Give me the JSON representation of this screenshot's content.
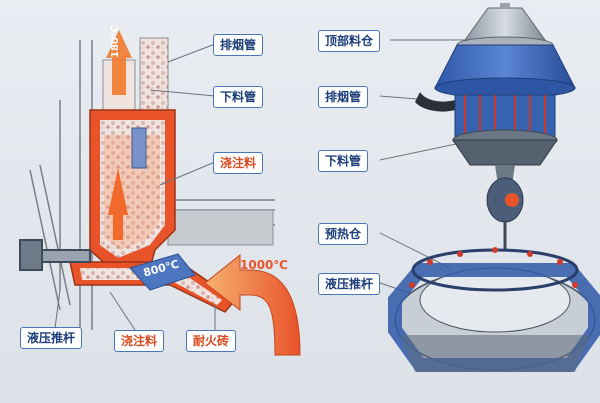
{
  "labels": {
    "paiyan_left": "排烟管",
    "xialiao_left": "下料管",
    "jiaozhu_mid": "浇注料",
    "yeyatuigan": "液压推杆",
    "jiaozhu_bottom": "浇注料",
    "naihuozhuan": "耐火砖",
    "dingbu": "顶部料仓",
    "paiyan_right": "排烟管",
    "xialiao_right": "下料管",
    "yure": "预热仓",
    "yeyatuigan_right": "液压推杆"
  },
  "temps": {
    "t180": "180℃",
    "t800": "800℃",
    "t1000": "1000℃"
  },
  "colors": {
    "label_border": "#4a76b8",
    "label_text": "#1c3e7a",
    "refractory": "#e8532a",
    "hot_arrow": "#f07a2c"
  }
}
